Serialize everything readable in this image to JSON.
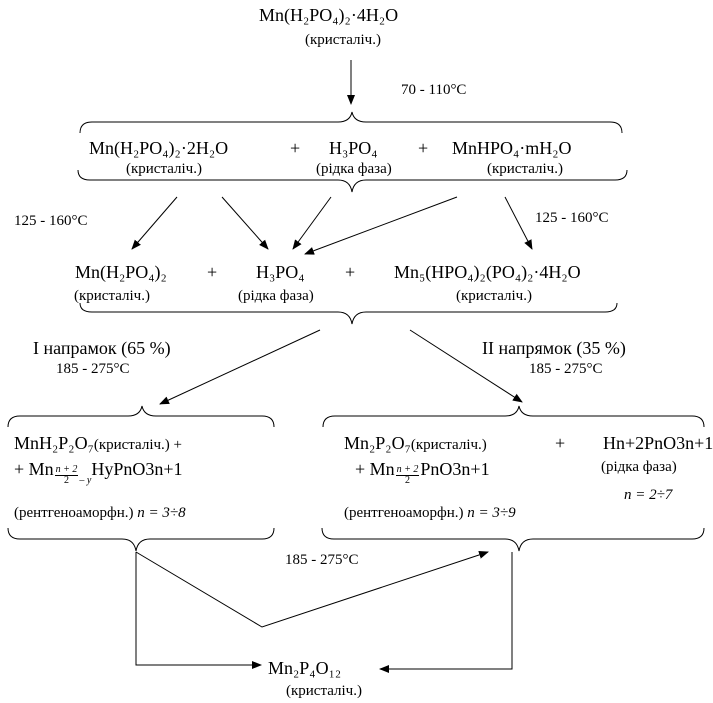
{
  "top": {
    "formula": "Mn(H₂PO₄)₂·4H₂O",
    "state": "(кристаліч.)"
  },
  "step1": {
    "temp": "70 - 110°C"
  },
  "row2": {
    "items": [
      {
        "formula": "Mn(H₂PO₄)₂·2H₂O",
        "state": "(кристаліч.)"
      },
      {
        "formula": "H₃PO₄",
        "state": "(рідка фаза)"
      },
      {
        "formula": "MnHPO₄·mH₂O",
        "state": "(кристаліч.)"
      }
    ],
    "plus1": "+",
    "plus2": "+"
  },
  "step2": {
    "temp_left": "125 - 160°C",
    "temp_right": "125 - 160°C"
  },
  "row3": {
    "items": [
      {
        "formula": "Mn(H₂PO₄)₂",
        "state": "(кристаліч.)"
      },
      {
        "formula": "H₃PO₄",
        "state": "(рідка фаза)"
      },
      {
        "formula": "Mn₅(HPO₄)₂(PO₄)₂·4H₂O",
        "state": "(кристаліч.)"
      }
    ],
    "plus1": "+",
    "plus2": "+"
  },
  "directions": {
    "left": {
      "label": "I напрамок (65 %)",
      "temp": "185 - 275°C"
    },
    "right": {
      "label": "II напрямок (35 %)",
      "temp": "185 - 275°C"
    }
  },
  "left_box": {
    "line1_formula": "MnH₂P₂O₇",
    "line1_state": "(кристаліч.) +",
    "line2_prefix": "+  Mn",
    "line2_frac_num": "n + 2",
    "line2_frac_den": "2",
    "line2_frac_tail": "– y",
    "line2_rest": "HyPnO3n+1",
    "line3_state": "(рентгеноаморфн.)",
    "line3_n": "n = 3÷8"
  },
  "right_box": {
    "line1_formula": "Mn₂P₂O₇",
    "line1_state": "(кристаліч.)",
    "plus": "+",
    "acid": "Hn+2PnO3n+1",
    "acid_state": "(рідка фаза)",
    "acid_n": "n = 2÷7",
    "line2_prefix": "+ Mn",
    "line2_frac_num": "n + 2",
    "line2_frac_den": "2",
    "line2_rest": "PnO3n+1",
    "line3_state": "(рентгеноаморфн.)",
    "line3_n": "n = 3÷9"
  },
  "bottom_step": {
    "temp": "185 - 275°C"
  },
  "final": {
    "formula": "Mn₂P₄O₁₂",
    "state": "(кристаліч.)"
  }
}
